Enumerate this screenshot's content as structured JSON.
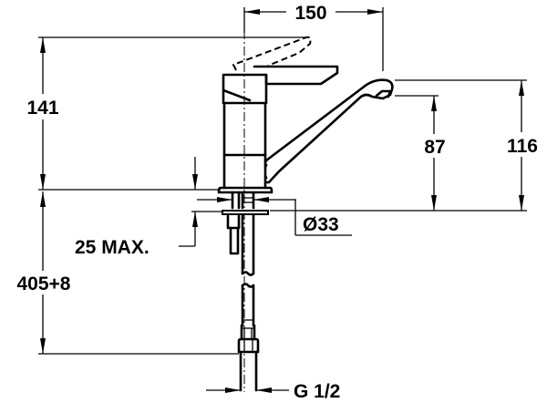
{
  "drawing": {
    "subject": "Single-lever kitchen mixer tap — dimensional drawing",
    "units": "mm",
    "colors": {
      "line": "#000000",
      "background": "#ffffff"
    },
    "dimensions": {
      "spout_reach": {
        "label": "150"
      },
      "lever_height_above_deck": {
        "label": "141"
      },
      "outlet_height": {
        "label": "87"
      },
      "spout_top_height": {
        "label": "116"
      },
      "deck_thickness": {
        "label": "25 MAX."
      },
      "hole_diameter": {
        "label": "Ø33"
      },
      "hose_length": {
        "label": "405+8"
      },
      "connection_thread": {
        "label": "G 1/2"
      }
    }
  }
}
